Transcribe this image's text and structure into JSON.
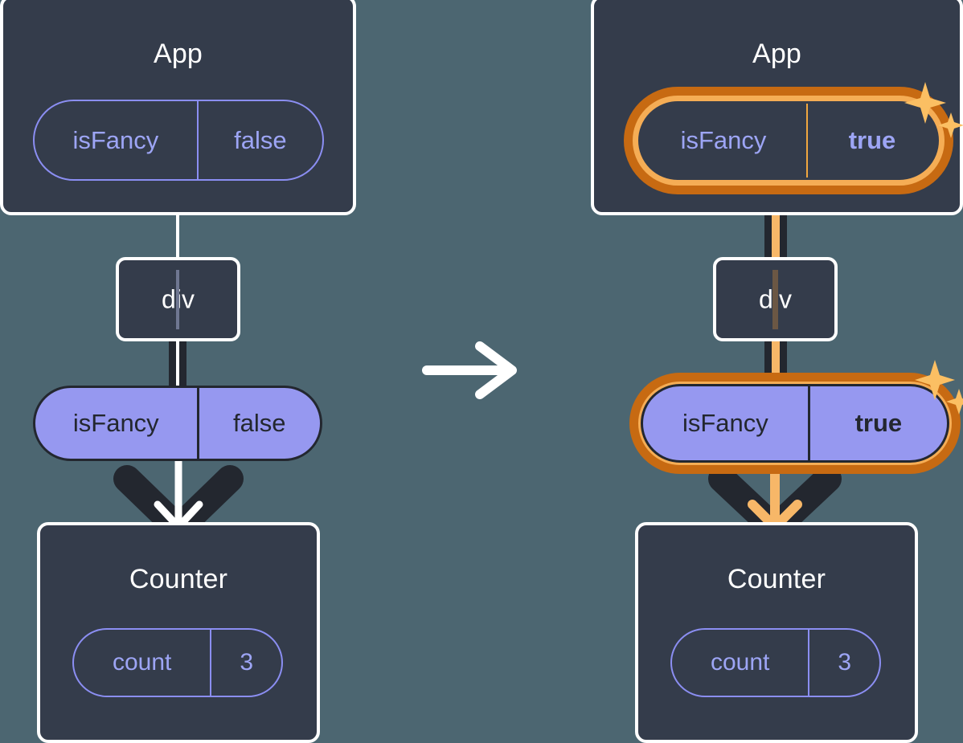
{
  "diagram": {
    "title_semantic": "react-state-propagation-before-after",
    "background_color": "#4c6671",
    "transition_arrow_icon": "arrow-right-icon"
  },
  "colors": {
    "background": "#4c6671",
    "box_fill": "#343c4b",
    "box_border": "#ffffff",
    "pill_outline": "#8b8ef2",
    "pill_outline_text": "#9da5f5",
    "pill_filled": "#9698f0",
    "pill_filled_text": "#23272f",
    "highlight_outer": "#c76a12",
    "highlight_inner": "#f5ad55",
    "connector_white": "#ffffff",
    "connector_orange": "#f7b768",
    "arrow_dark": "#23272f",
    "sparkle": "#fbbf63"
  },
  "panels": [
    {
      "id": "before",
      "app": {
        "title": "App",
        "state_pill": {
          "name": "isFancy",
          "value": "false",
          "style": "outline",
          "highlighted": false,
          "value_bold": false
        }
      },
      "div": {
        "label": "div"
      },
      "prop_pill": {
        "name": "isFancy",
        "value": "false",
        "style": "filled",
        "highlighted": false,
        "value_bold": false
      },
      "counter": {
        "title": "Counter",
        "state_pill": {
          "name": "count",
          "value": "3",
          "style": "outline",
          "highlighted": false,
          "value_bold": false
        }
      },
      "connector_color": "white",
      "arrow_color": "white",
      "sparkles": false
    },
    {
      "id": "after",
      "app": {
        "title": "App",
        "state_pill": {
          "name": "isFancy",
          "value": "true",
          "style": "outline",
          "highlighted": true,
          "value_bold": true
        }
      },
      "div": {
        "label": "div"
      },
      "prop_pill": {
        "name": "isFancy",
        "value": "true",
        "style": "filled",
        "highlighted": true,
        "value_bold": true
      },
      "counter": {
        "title": "Counter",
        "state_pill": {
          "name": "count",
          "value": "3",
          "style": "outline",
          "highlighted": false,
          "value_bold": false
        }
      },
      "connector_color": "orange",
      "arrow_color": "orange",
      "sparkles": true
    }
  ]
}
